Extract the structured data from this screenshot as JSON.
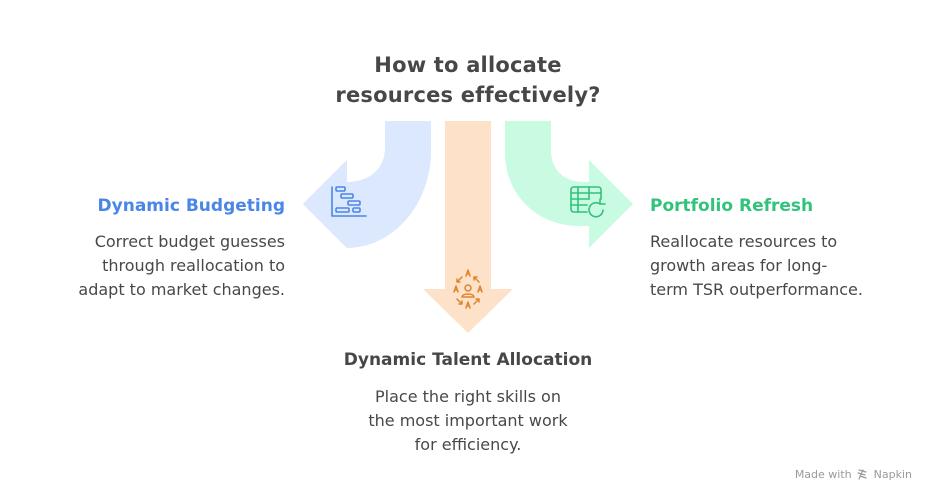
{
  "title": {
    "line1": "How to allocate",
    "line2": "resources effectively?"
  },
  "colors": {
    "blue_fill": "#dce8fd",
    "blue_accent": "#4a86e8",
    "orange_fill": "#fde2c9",
    "orange_accent": "#e0842f",
    "green_fill": "#c9fbe3",
    "green_accent": "#31c27b",
    "text": "#484848"
  },
  "branches": [
    {
      "id": "dynamic-budgeting",
      "heading": "Dynamic Budgeting",
      "icon": "gantt-chart-icon",
      "description": [
        "Correct budget guesses",
        "through reallocation to",
        "adapt to market changes."
      ]
    },
    {
      "id": "dynamic-talent-allocation",
      "heading": "Dynamic Talent Allocation",
      "icon": "team-rotation-icon",
      "description": [
        "Place the right skills on",
        "the most important work",
        "for efficiency."
      ]
    },
    {
      "id": "portfolio-refresh",
      "heading": "Portfolio Refresh",
      "icon": "table-refresh-icon",
      "description": [
        "Reallocate resources to",
        "growth areas for long-",
        "term TSR outperformance."
      ]
    }
  ],
  "footer": {
    "made_with": "Made with",
    "brand": "Napkin"
  }
}
